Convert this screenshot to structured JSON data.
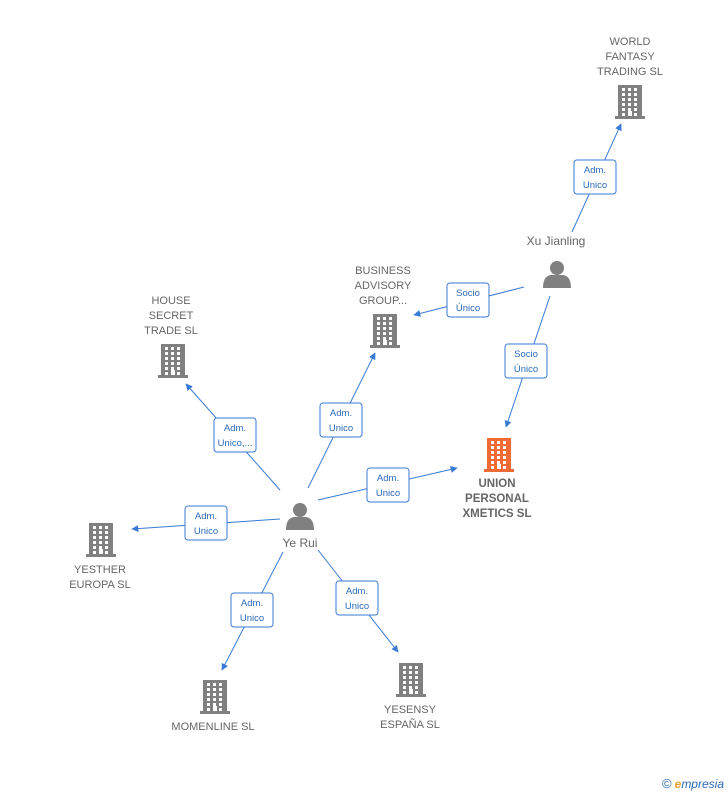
{
  "nodes": [
    {
      "id": "world",
      "type": "company",
      "lines": [
        "WORLD",
        "FANTASY",
        "TRADING  SL"
      ],
      "focus": false
    },
    {
      "id": "business",
      "type": "company",
      "lines": [
        "BUSINESS",
        "ADVISORY",
        "GROUP..."
      ],
      "focus": false
    },
    {
      "id": "house",
      "type": "company",
      "lines": [
        "HOUSE",
        "SECRET",
        "TRADE  SL"
      ],
      "focus": false
    },
    {
      "id": "union",
      "type": "company",
      "lines": [
        "UNION",
        "PERSONAL",
        "XMETICS  SL"
      ],
      "focus": true
    },
    {
      "id": "yesther",
      "type": "company",
      "lines": [
        "YESTHER",
        "EUROPA SL"
      ],
      "focus": false
    },
    {
      "id": "momenline",
      "type": "company",
      "lines": [
        "MOMENLINE SL"
      ],
      "focus": false
    },
    {
      "id": "yesensy",
      "type": "company",
      "lines": [
        "YESENSY",
        "ESPAÑA SL"
      ],
      "focus": false
    },
    {
      "id": "xu",
      "type": "person",
      "lines": [
        "Xu Jianling"
      ],
      "focus": false
    },
    {
      "id": "ye",
      "type": "person",
      "lines": [
        "Ye Rui"
      ],
      "focus": false
    }
  ],
  "edges": [
    {
      "from": "xu",
      "to": "world",
      "label": [
        "Adm.",
        "Unico"
      ]
    },
    {
      "from": "xu",
      "to": "business",
      "label": [
        "Socio",
        "Único"
      ]
    },
    {
      "from": "xu",
      "to": "union",
      "label": [
        "Socio",
        "Único"
      ]
    },
    {
      "from": "ye",
      "to": "house",
      "label": [
        "Adm.",
        "Unico,..."
      ]
    },
    {
      "from": "ye",
      "to": "business",
      "label": [
        "Adm.",
        "Unico"
      ]
    },
    {
      "from": "ye",
      "to": "union",
      "label": [
        "Adm.",
        "Unico"
      ]
    },
    {
      "from": "ye",
      "to": "yesther",
      "label": [
        "Adm.",
        "Unico"
      ]
    },
    {
      "from": "ye",
      "to": "momenline",
      "label": [
        "Adm.",
        "Unico"
      ]
    },
    {
      "from": "ye",
      "to": "yesensy",
      "label": [
        "Adm.",
        "Unico"
      ]
    }
  ],
  "colors": {
    "edge": "#3a7bd5",
    "company": "#808080",
    "focus_company": "#f06a35",
    "person": "#808080"
  },
  "footer": {
    "copyright": "©",
    "brand_initial": "e",
    "brand_rest": "mpresia"
  }
}
